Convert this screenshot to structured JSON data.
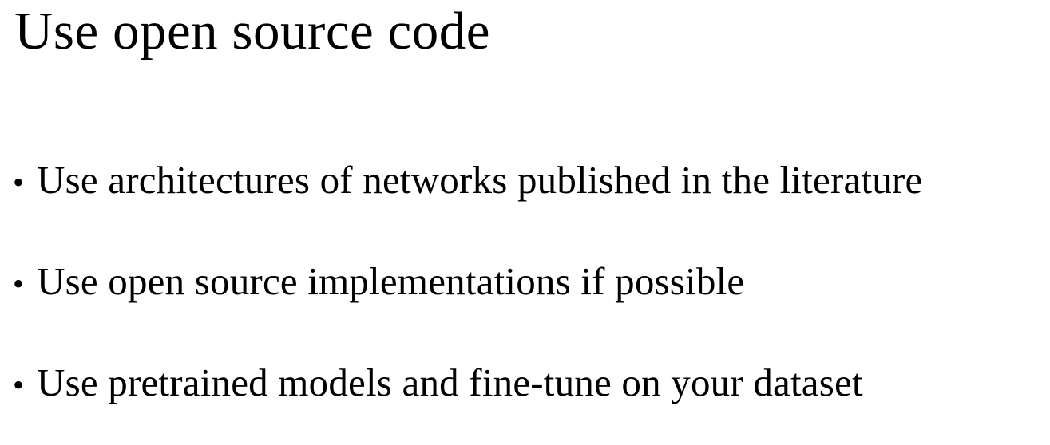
{
  "slide": {
    "title": "Use open source code",
    "bullet_glyph": "•",
    "bullets": [
      "Use architectures of networks published in the literature",
      "Use open source implementations if possible",
      "Use pretrained models and fine-tune on your dataset"
    ],
    "colors": {
      "background": "#ffffff",
      "text": "#000000"
    }
  }
}
